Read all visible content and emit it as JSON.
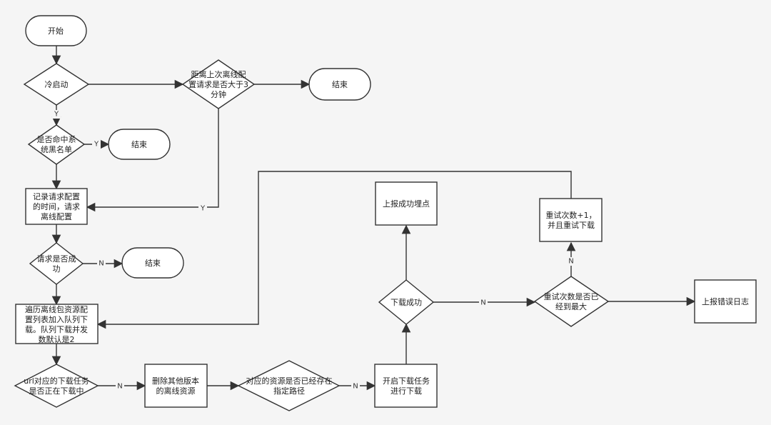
{
  "nodes": {
    "start": [
      "开始"
    ],
    "cold_start": [
      "冷启动"
    ],
    "interval_check": [
      "距离上次离线配",
      "置请求是否大于3",
      "分钟"
    ],
    "end_top": [
      "结束"
    ],
    "blacklist": [
      "是否命中系",
      "统黑名单"
    ],
    "end_blacklist": [
      "结束"
    ],
    "record_request": [
      "记录请求配置",
      "的时间，请求",
      "离线配置"
    ],
    "request_success": [
      "请求是否成",
      "功"
    ],
    "end_request": [
      "结束"
    ],
    "traverse": [
      "遍历离线包资源配",
      "置列表加入队列下",
      "载。队列下载并发",
      "数默认是2"
    ],
    "url_downloading": [
      "url对应的下载任务",
      "是否正在下载中"
    ],
    "delete_old": [
      "删除其他版本",
      "的离线资源"
    ],
    "resource_exists": [
      "对应的资源是否已经存在",
      "指定路径"
    ],
    "start_download": [
      "开启下载任务",
      "进行下载"
    ],
    "download_success": [
      "下载成功"
    ],
    "report_success": [
      "上报成功埋点"
    ],
    "retry_max": [
      "重试次数是否已",
      "经到最大"
    ],
    "retry_download": [
      "重试次数+1，",
      "并且重试下载"
    ],
    "report_error": [
      "上报错误日志"
    ]
  },
  "edge_labels": {
    "y_cold_blacklist": "Y",
    "y_blacklist_end": "Y",
    "y_interval_record": "Y",
    "n_request_end": "N",
    "n_url_delete": "N",
    "n_exists_download": "N",
    "n_success_retry": "N",
    "n_retry_increment": "N"
  }
}
